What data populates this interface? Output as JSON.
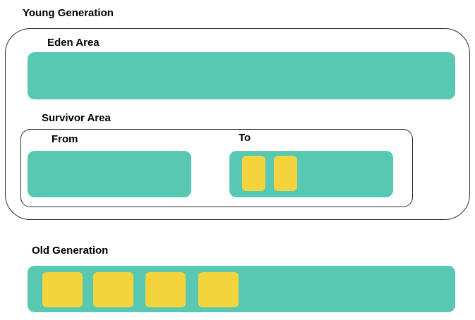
{
  "colors": {
    "region": "#58c8b3",
    "object": "#f3d43d",
    "border": "#2b2f36"
  },
  "young_generation": {
    "title": "Young Generation",
    "eden": {
      "label": "Eden Area"
    },
    "survivor": {
      "label": "Survivor Area",
      "from": {
        "label": "From",
        "objects": 0
      },
      "to": {
        "label": "To",
        "objects": 2
      }
    }
  },
  "old_generation": {
    "title": "Old Generation",
    "objects": 4
  }
}
